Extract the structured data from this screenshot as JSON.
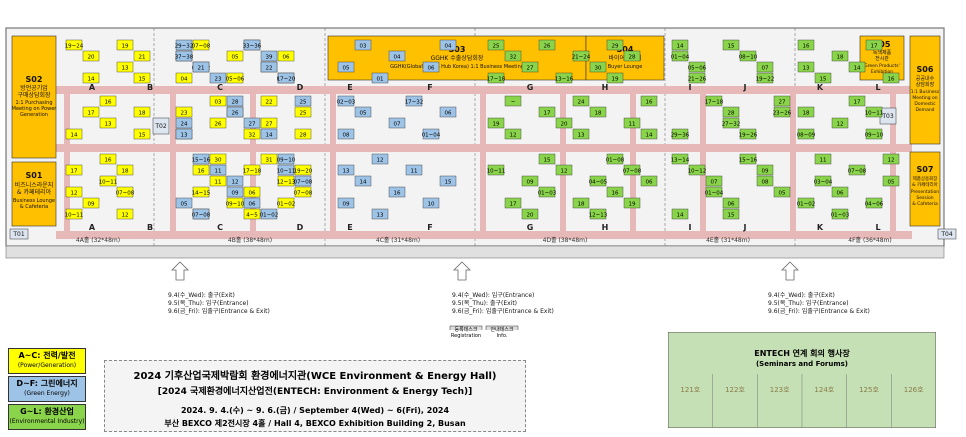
{
  "halls": {
    "h4a": "4A홀 (32*48m)",
    "h4b": "4B홀 (38*48m)",
    "h4c": "4C홀 (31*48m)",
    "h4d": "4D홀 (38*48m)",
    "h4e": "4E홀 (31*48m)",
    "h4f": "4F홀 (36*48m)"
  },
  "rows": [
    "A",
    "B",
    "C",
    "D",
    "E",
    "F",
    "G",
    "H",
    "I",
    "J",
    "K",
    "L"
  ],
  "special": {
    "s01": {
      "code": "S01",
      "l1": "비즈니스라운지",
      "l2": "& 카페테리아",
      "l3": "Business Lounge",
      "l4": "& Cafeteria"
    },
    "s02": {
      "code": "S02",
      "l1": "방언공기업",
      "l2": "구매상담회장",
      "l3": "1:1 Purchasing",
      "l4": "Meeting on Power",
      "l5": "Generation"
    },
    "s03": {
      "code": "S03",
      "l1": "GGHK 수출상담회장",
      "l2": "GGHK(Global Green Hub Korea) 1:1 Business Meeting"
    },
    "s04": {
      "code": "S04",
      "l1": "바이어라운지",
      "l2": "Buyer Lounge"
    },
    "s05": {
      "code": "S05",
      "l1": "녹색제품",
      "l2": "전시관",
      "l3": "Green Products'",
      "l4": "Exhibition"
    },
    "s06": {
      "code": "S06",
      "l1": "공공내수",
      "l2": "상담회장",
      "l3": "1:1 Business",
      "l4": "Meeting on",
      "l5": "Domestic",
      "l6": "Demand"
    },
    "s07": {
      "code": "S07",
      "l1": "제품상용회장",
      "l2": "& 카페테리아",
      "l3": "Presentation",
      "l4": "Session",
      "l5": "& Cafeteria"
    }
  },
  "markers": {
    "t01": "T01",
    "t02": "T02",
    "t03": "T03",
    "t04": "T04"
  },
  "entrances": {
    "left": [
      "9.4(수_Wed): 출구(Exit)",
      "9.5(목_Thu): 입구(Entrance)",
      "9.6(금_Fri): 입출구(Entrance & Exit)"
    ],
    "center": [
      "9.4(수_Wed): 입구(Entrance)",
      "9.5(목_Thu): 출구(Exit)",
      "9.6(금_Fri): 입출구(Entrance & Exit)"
    ],
    "right": [
      "9.4(수_Wed): 출구(Exit)",
      "9.5(목_Thu): 입구(Entrance)",
      "9.6(금_Fri): 입출구(Entrance & Exit)"
    ]
  },
  "desks": {
    "registration_ko": "등록데스크",
    "registration_en": "Registration",
    "info_ko": "안내데스크",
    "info_en": "Info."
  },
  "legend": [
    {
      "title": "A~C: 전력/발전",
      "sub": "(Power/Generation)",
      "color": "#ffff00"
    },
    {
      "title": "D~F: 그린에너지",
      "sub": "(Green Energy)",
      "color": "#9dc3e6"
    },
    {
      "title": "G~L: 환경산업",
      "sub": "(Environmental Industry)",
      "color": "#8ad44b"
    }
  ],
  "info": {
    "line1": "2024 기후산업국제박람회 환경에너지관(WCE Environment & Energy Hall)",
    "line2": "[2024 국제환경에너지산업전(ENTECH: Environment & Energy Tech)]",
    "line3": "2024. 9. 4.(수) ~ 9. 6.(금) / September 4(Wed) ~ 6(Fri), 2024",
    "line4": "부산 BEXCO 제2전시장 4홀 / Hall 4, BEXCO Exhibition Building 2, Busan"
  },
  "seminar": {
    "title": "ENTECH 연계 회의 행사장",
    "subtitle": "(Seminars and Forums)",
    "rooms": [
      "121호",
      "122호",
      "123호",
      "124호",
      "125호",
      "126호"
    ]
  },
  "colors": {
    "yellow": "#ffff00",
    "blue": "#9dc3e6",
    "green": "#8ad44b",
    "orange": "#ffc000",
    "aisle": "#e6b9b8",
    "wall": "#b0b0b0"
  },
  "booths": [
    {
      "c": "y",
      "t": "19~24"
    },
    {
      "c": "y",
      "t": "19"
    },
    {
      "c": "y",
      "t": "20"
    },
    {
      "c": "y",
      "t": "21"
    },
    {
      "c": "y",
      "t": "13"
    },
    {
      "c": "y",
      "t": "14"
    },
    {
      "c": "y",
      "t": "15"
    },
    {
      "c": "y",
      "t": "16"
    },
    {
      "c": "y",
      "t": "17"
    },
    {
      "c": "y",
      "t": "18"
    },
    {
      "c": "y",
      "t": "13"
    },
    {
      "c": "y",
      "t": "14"
    },
    {
      "c": "y",
      "t": "15"
    },
    {
      "c": "y",
      "t": "16"
    },
    {
      "c": "y",
      "t": "17"
    },
    {
      "c": "y",
      "t": "18"
    },
    {
      "c": "y",
      "t": "10~11"
    },
    {
      "c": "y",
      "t": "12"
    },
    {
      "c": "y",
      "t": "07~08"
    },
    {
      "c": "y",
      "t": "09"
    },
    {
      "c": "y",
      "t": "10~11"
    },
    {
      "c": "y",
      "t": "12"
    },
    {
      "c": "y",
      "t": "07~08"
    },
    {
      "c": "y",
      "t": "09"
    },
    {
      "c": "y",
      "t": "04"
    },
    {
      "c": "y",
      "t": "05"
    },
    {
      "c": "y",
      "t": "06"
    },
    {
      "c": "y",
      "t": "01~02"
    },
    {
      "c": "y",
      "t": "03"
    },
    {
      "c": "y",
      "t": "04"
    },
    {
      "c": "y",
      "t": "05~06"
    },
    {
      "c": "y",
      "t": "01~02"
    },
    {
      "c": "y",
      "t": "03"
    },
    {
      "c": "y",
      "t": "22"
    },
    {
      "c": "y",
      "t": "23"
    },
    {
      "c": "y",
      "t": "24"
    },
    {
      "c": "y",
      "t": "25"
    },
    {
      "c": "y",
      "t": "26"
    },
    {
      "c": "y",
      "t": "27"
    },
    {
      "c": "y",
      "t": "29"
    },
    {
      "c": "y",
      "t": "32"
    },
    {
      "c": "y",
      "t": "28"
    },
    {
      "c": "y",
      "t": "30"
    },
    {
      "c": "y",
      "t": "31"
    },
    {
      "c": "y",
      "t": "16"
    },
    {
      "c": "y",
      "t": "17~18"
    },
    {
      "c": "y",
      "t": "19~20"
    },
    {
      "c": "y",
      "t": "11"
    },
    {
      "c": "y",
      "t": "12~13"
    },
    {
      "c": "y",
      "t": "14~15"
    },
    {
      "c": "y",
      "t": "06"
    },
    {
      "c": "y",
      "t": "07~08"
    },
    {
      "c": "y",
      "t": "09~10"
    },
    {
      "c": "y",
      "t": "01~02"
    },
    {
      "c": "y",
      "t": "03"
    },
    {
      "c": "y",
      "t": "4~5"
    },
    {
      "c": "b",
      "t": "29~32"
    },
    {
      "c": "b",
      "t": "33~36"
    },
    {
      "c": "b",
      "t": "37~38"
    },
    {
      "c": "b",
      "t": "39"
    },
    {
      "c": "b",
      "t": "21"
    },
    {
      "c": "b",
      "t": "22"
    },
    {
      "c": "b",
      "t": "23"
    },
    {
      "c": "b",
      "t": "17~20"
    },
    {
      "c": "b",
      "t": "28"
    },
    {
      "c": "b",
      "t": "25"
    },
    {
      "c": "b",
      "t": "26"
    },
    {
      "c": "b",
      "t": "24"
    },
    {
      "c": "b",
      "t": "27"
    },
    {
      "c": "b",
      "t": "13"
    },
    {
      "c": "b",
      "t": "14"
    },
    {
      "c": "b",
      "t": "15~16"
    },
    {
      "c": "b",
      "t": "09~10"
    },
    {
      "c": "b",
      "t": "11"
    },
    {
      "c": "b",
      "t": "10~11"
    },
    {
      "c": "b",
      "t": "12"
    },
    {
      "c": "b",
      "t": "07~08"
    },
    {
      "c": "b",
      "t": "09"
    },
    {
      "c": "b",
      "t": "05"
    },
    {
      "c": "b",
      "t": "06"
    },
    {
      "c": "b",
      "t": "07~08"
    },
    {
      "c": "b",
      "t": "01~02"
    },
    {
      "c": "b",
      "t": "03"
    },
    {
      "c": "b",
      "t": "04"
    },
    {
      "c": "b",
      "t": "04"
    },
    {
      "c": "b",
      "t": "05"
    },
    {
      "c": "b",
      "t": "06"
    },
    {
      "c": "b",
      "t": "01"
    },
    {
      "c": "b",
      "t": "02~03"
    },
    {
      "c": "b",
      "t": "17~32"
    },
    {
      "c": "b",
      "t": "05"
    },
    {
      "c": "b",
      "t": "06"
    },
    {
      "c": "b",
      "t": "07"
    },
    {
      "c": "b",
      "t": "08"
    },
    {
      "c": "b",
      "t": "01~04"
    },
    {
      "c": "b",
      "t": "12"
    },
    {
      "c": "b",
      "t": "13"
    },
    {
      "c": "b",
      "t": "11"
    },
    {
      "c": "b",
      "t": "14"
    },
    {
      "c": "b",
      "t": "15"
    },
    {
      "c": "b",
      "t": "16"
    },
    {
      "c": "b",
      "t": "09"
    },
    {
      "c": "b",
      "t": "10"
    },
    {
      "c": "b",
      "t": "13"
    },
    {
      "c": "g",
      "t": "25"
    },
    {
      "c": "g",
      "t": "26"
    },
    {
      "c": "g",
      "t": "29"
    },
    {
      "c": "g",
      "t": "32"
    },
    {
      "c": "g",
      "t": "21~24"
    },
    {
      "c": "g",
      "t": "28"
    },
    {
      "c": "g",
      "t": "27"
    },
    {
      "c": "g",
      "t": "30"
    },
    {
      "c": "g",
      "t": "17~18"
    },
    {
      "c": "g",
      "t": "13~16"
    },
    {
      "c": "g",
      "t": "19"
    },
    {
      "c": "g",
      "t": "~"
    },
    {
      "c": "g",
      "t": "24"
    },
    {
      "c": "g",
      "t": "16"
    },
    {
      "c": "g",
      "t": "17"
    },
    {
      "c": "g",
      "t": "18"
    },
    {
      "c": "g",
      "t": "19"
    },
    {
      "c": "g",
      "t": "20"
    },
    {
      "c": "g",
      "t": "11"
    },
    {
      "c": "g",
      "t": "12"
    },
    {
      "c": "g",
      "t": "13"
    },
    {
      "c": "g",
      "t": "14"
    },
    {
      "c": "g",
      "t": "15"
    },
    {
      "c": "g",
      "t": "01~08"
    },
    {
      "c": "g",
      "t": "10~11"
    },
    {
      "c": "g",
      "t": "12"
    },
    {
      "c": "g",
      "t": "07~08"
    },
    {
      "c": "g",
      "t": "09"
    },
    {
      "c": "g",
      "t": "04~05"
    },
    {
      "c": "g",
      "t": "06"
    },
    {
      "c": "g",
      "t": "01~03"
    },
    {
      "c": "g",
      "t": "16"
    },
    {
      "c": "g",
      "t": "17"
    },
    {
      "c": "g",
      "t": "18"
    },
    {
      "c": "g",
      "t": "19"
    },
    {
      "c": "g",
      "t": "20"
    },
    {
      "c": "g",
      "t": "12~13"
    },
    {
      "c": "g",
      "t": "14"
    },
    {
      "c": "g",
      "t": "15"
    },
    {
      "c": "g",
      "t": "01~04"
    },
    {
      "c": "g",
      "t": "08~10"
    },
    {
      "c": "g",
      "t": "05~06"
    },
    {
      "c": "g",
      "t": "07"
    },
    {
      "c": "g",
      "t": "21~26"
    },
    {
      "c": "g",
      "t": "19~22"
    },
    {
      "c": "g",
      "t": "17~18"
    },
    {
      "c": "g",
      "t": "27"
    },
    {
      "c": "g",
      "t": "28"
    },
    {
      "c": "g",
      "t": "23~26"
    },
    {
      "c": "g",
      "t": "27~32"
    },
    {
      "c": "g",
      "t": "29~36"
    },
    {
      "c": "g",
      "t": "19~26"
    },
    {
      "c": "g",
      "t": "13~14"
    },
    {
      "c": "g",
      "t": "15~16"
    },
    {
      "c": "g",
      "t": "10~12"
    },
    {
      "c": "g",
      "t": "09"
    },
    {
      "c": "g",
      "t": "07"
    },
    {
      "c": "g",
      "t": "08"
    },
    {
      "c": "g",
      "t": "01~04"
    },
    {
      "c": "g",
      "t": "05"
    },
    {
      "c": "g",
      "t": "06"
    },
    {
      "c": "g",
      "t": "14"
    },
    {
      "c": "g",
      "t": "15"
    },
    {
      "c": "g",
      "t": "16"
    },
    {
      "c": "g",
      "t": "17"
    },
    {
      "c": "g",
      "t": "18"
    },
    {
      "c": "g",
      "t": "13"
    },
    {
      "c": "g",
      "t": "14"
    },
    {
      "c": "g",
      "t": "15"
    },
    {
      "c": "g",
      "t": "16"
    },
    {
      "c": "g",
      "t": "17"
    },
    {
      "c": "g",
      "t": "18"
    },
    {
      "c": "g",
      "t": "10~11"
    },
    {
      "c": "g",
      "t": "12"
    },
    {
      "c": "g",
      "t": "08~09"
    },
    {
      "c": "g",
      "t": "09~10"
    },
    {
      "c": "g",
      "t": "11"
    },
    {
      "c": "g",
      "t": "12"
    },
    {
      "c": "g",
      "t": "07~08"
    },
    {
      "c": "g",
      "t": "03~04"
    },
    {
      "c": "g",
      "t": "05"
    },
    {
      "c": "g",
      "t": "06"
    },
    {
      "c": "g",
      "t": "01~02"
    },
    {
      "c": "g",
      "t": "04~06"
    },
    {
      "c": "g",
      "t": "01~03"
    }
  ]
}
